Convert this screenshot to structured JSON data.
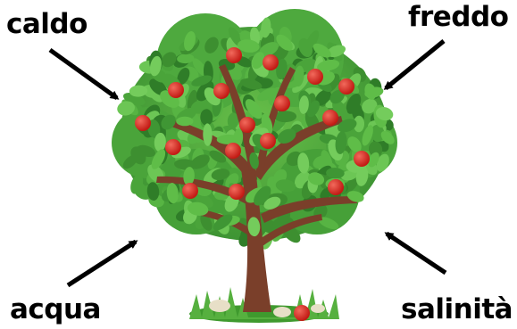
{
  "labels": {
    "top_left": "caldo",
    "top_right": "freddo",
    "bottom_left": "acqua",
    "bottom_right": "salinità"
  },
  "colors": {
    "arrow": "#000000",
    "leaf": "#4aa43a",
    "leaf_dark": "#2f7d28",
    "trunk": "#7a3f2a",
    "apple": "#d8281e",
    "grass": "#56b03f"
  }
}
